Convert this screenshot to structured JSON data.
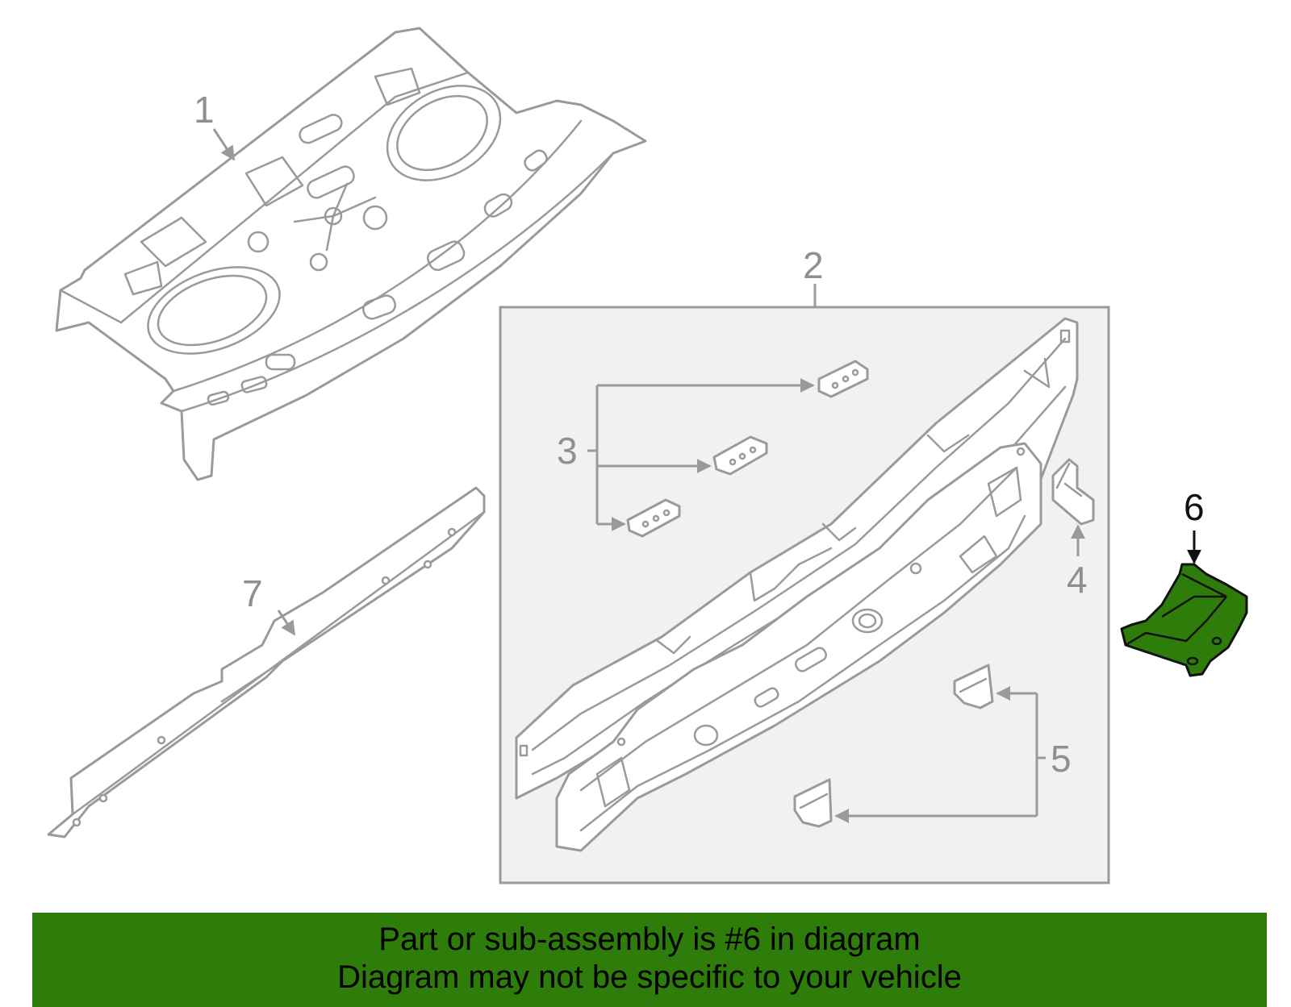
{
  "diagram": {
    "callouts": [
      {
        "number": "1",
        "highlighted": false
      },
      {
        "number": "2",
        "highlighted": false
      },
      {
        "number": "3",
        "highlighted": false
      },
      {
        "number": "4",
        "highlighted": false
      },
      {
        "number": "5",
        "highlighted": false
      },
      {
        "number": "6",
        "highlighted": true
      },
      {
        "number": "7",
        "highlighted": false
      }
    ]
  },
  "banner": {
    "line1": "Part or sub-assembly is #6 in diagram",
    "line2": "Diagram may not be specific to your vehicle"
  },
  "colors": {
    "highlight": "#2e7d0b",
    "line": "#9a9a9a",
    "background": "#ffffff"
  }
}
